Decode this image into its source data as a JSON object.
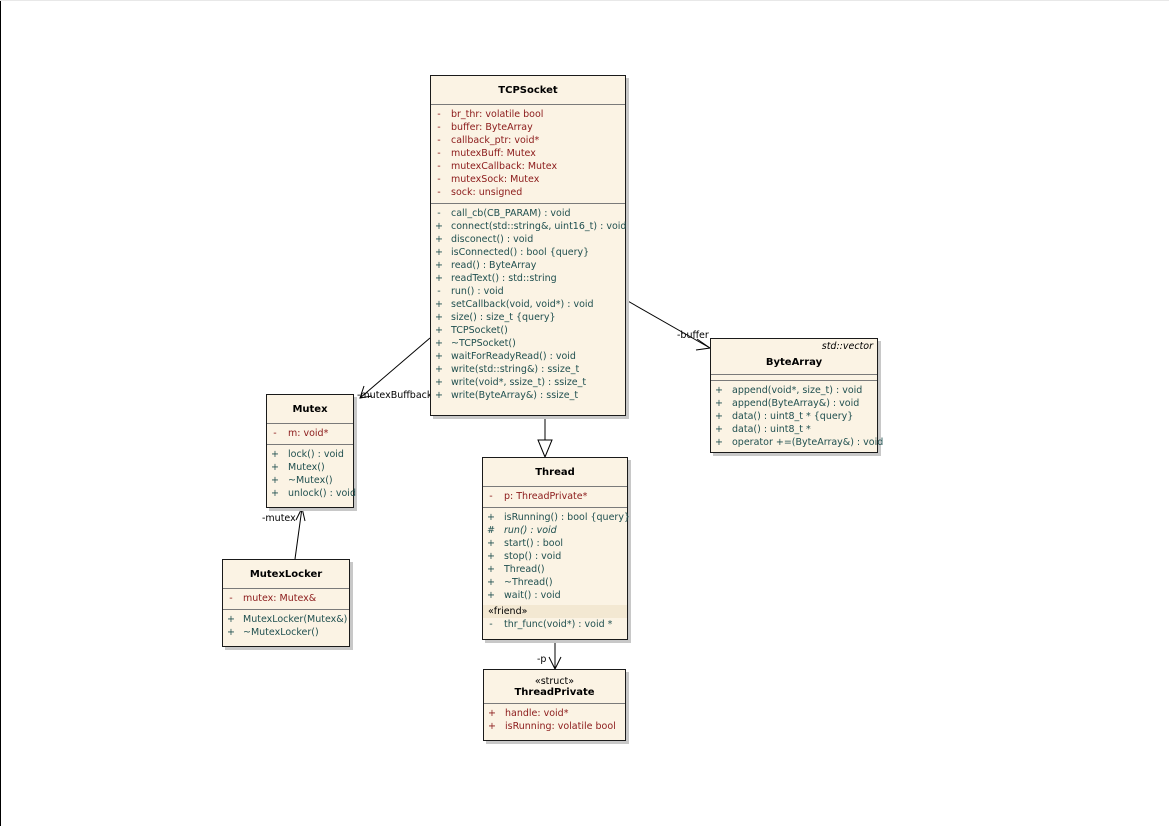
{
  "classes": {
    "tcpsocket": {
      "name": "TCPSocket",
      "attributes": [
        {
          "vis": "-",
          "text": "br_thr:  volatile bool"
        },
        {
          "vis": "-",
          "text": "buffer:  ByteArray"
        },
        {
          "vis": "-",
          "text": "callback_ptr:  void*"
        },
        {
          "vis": "-",
          "text": "mutexBuff:  Mutex"
        },
        {
          "vis": "-",
          "text": "mutexCallback:  Mutex"
        },
        {
          "vis": "-",
          "text": "mutexSock:  Mutex"
        },
        {
          "vis": "-",
          "text": "sock:  unsigned"
        }
      ],
      "operations": [
        {
          "vis": "-",
          "text": "call_cb(CB_PARAM) : void"
        },
        {
          "vis": "+",
          "text": "connect(std::string&, uint16_t) : void"
        },
        {
          "vis": "+",
          "text": "disconect() : void"
        },
        {
          "vis": "+",
          "text": "isConnected() : bool {query}"
        },
        {
          "vis": "+",
          "text": "read() : ByteArray"
        },
        {
          "vis": "+",
          "text": "readText() : std::string"
        },
        {
          "vis": "-",
          "text": "run() : void"
        },
        {
          "vis": "+",
          "text": "setCallback(void, void*) : void"
        },
        {
          "vis": "+",
          "text": "size() : size_t {query}"
        },
        {
          "vis": "+",
          "text": "TCPSocket()"
        },
        {
          "vis": "+",
          "text": "~TCPSocket()"
        },
        {
          "vis": "+",
          "text": "waitForReadyRead() : void"
        },
        {
          "vis": "+",
          "text": "write(std::string&) : ssize_t"
        },
        {
          "vis": "+",
          "text": "write(void*, ssize_t) : ssize_t"
        },
        {
          "vis": "+",
          "text": "write(ByteArray&) : ssize_t"
        }
      ]
    },
    "mutex": {
      "name": "Mutex",
      "attributes": [
        {
          "vis": "-",
          "text": "m:  void*"
        }
      ],
      "operations": [
        {
          "vis": "+",
          "text": "lock() : void"
        },
        {
          "vis": "+",
          "text": "Mutex()"
        },
        {
          "vis": "+",
          "text": "~Mutex()"
        },
        {
          "vis": "+",
          "text": "unlock() : void"
        }
      ]
    },
    "mutexlocker": {
      "name": "MutexLocker",
      "attributes": [
        {
          "vis": "-",
          "text": "mutex:  Mutex&"
        }
      ],
      "operations": [
        {
          "vis": "+",
          "text": "MutexLocker(Mutex&)"
        },
        {
          "vis": "+",
          "text": "~MutexLocker()"
        }
      ]
    },
    "thread": {
      "name": "Thread",
      "attributes": [
        {
          "vis": "-",
          "text": "p:  ThreadPrivate*"
        }
      ],
      "operations": [
        {
          "vis": "+",
          "text": "isRunning() : bool {query}"
        },
        {
          "vis": "#",
          "text": "run() : void"
        },
        {
          "vis": "+",
          "text": "start() : bool"
        },
        {
          "vis": "+",
          "text": "stop() : void"
        },
        {
          "vis": "+",
          "text": "Thread()"
        },
        {
          "vis": "+",
          "text": "~Thread()"
        },
        {
          "vis": "+",
          "text": "wait() : void"
        }
      ],
      "friend_label": "«friend»",
      "friend_ops": [
        {
          "vis": "-",
          "text": "thr_func(void*) : void *"
        }
      ]
    },
    "threadprivate": {
      "stereotype": "«struct»",
      "name": "ThreadPrivate",
      "attributes": [
        {
          "vis": "+",
          "text": "handle:  void*"
        },
        {
          "vis": "+",
          "text": "isRunning:  volatile bool"
        }
      ]
    },
    "bytearray": {
      "name": "ByteArray",
      "template": "std::vector",
      "operations": [
        {
          "vis": "+",
          "text": "append(void*, size_t) : void"
        },
        {
          "vis": "+",
          "text": "append(ByteArray&) : void"
        },
        {
          "vis": "+",
          "text": "data() : uint8_t * {query}"
        },
        {
          "vis": "+",
          "text": "data() : uint8_t *"
        },
        {
          "vis": "+",
          "text": "operator +=(ByteArray&) : void"
        }
      ]
    }
  },
  "edges": {
    "tcp_mutex": "-mutexBuffback",
    "tcp_bytearray": "-buffer",
    "locker_mutex": "-mutex",
    "thread_private": "-p"
  }
}
